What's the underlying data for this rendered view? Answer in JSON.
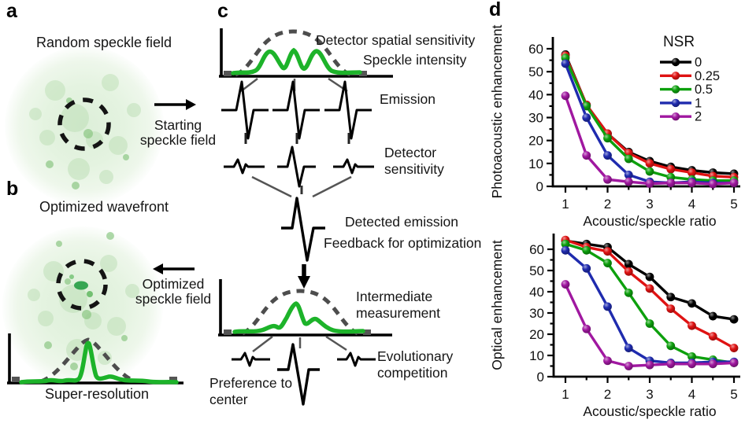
{
  "panel_a": {
    "label": "a",
    "title": "Random speckle field",
    "arrow_caption_line1": "Starting",
    "arrow_caption_line2": "speckle field"
  },
  "panel_b": {
    "label": "b",
    "title": "Optimized wavefront",
    "arrow_caption_line1": "Optimized",
    "arrow_caption_line2": "speckle field",
    "plot_caption": "Super-resolution"
  },
  "panel_c": {
    "label": "c",
    "detector_spatial_sensitivity": "Detector spatial sensitivity",
    "speckle_intensity": "Speckle intensity",
    "emission": "Emission",
    "detector_sensitivity_line1": "Detector",
    "detector_sensitivity_line2": "sensitivity",
    "detected_emission": "Detected emission",
    "feedback": "Feedback for optimization",
    "intermediate_line1": "Intermediate",
    "intermediate_line2": "measurement",
    "evolutionary_line1": "Evolutionary",
    "evolutionary_line2": "competition",
    "preference_line1": "Preference to",
    "preference_line2": "center"
  },
  "panel_d": {
    "label": "d"
  },
  "colors": {
    "speckle_curve_green": "#1db32a",
    "dashed_gaussian_gray": "#4d4d4d",
    "series_black": "#000000",
    "series_red": "#df1212",
    "series_green": "#0da00d",
    "series_blue": "#1f2bae",
    "series_purple": "#a018a0"
  },
  "chart_data": [
    {
      "type": "line",
      "title": "",
      "xlabel": "Acoustic/speckle ratio",
      "ylabel": "Photoacoustic enhancement",
      "x": [
        1,
        1.5,
        2,
        2.5,
        3,
        3.5,
        4,
        4.5,
        5
      ],
      "xticks": [
        1,
        2,
        3,
        4,
        5
      ],
      "yticks": [
        0,
        10,
        20,
        30,
        40,
        50,
        60
      ],
      "xlim": [
        0.8,
        5.2
      ],
      "ylim": [
        0,
        65
      ],
      "grid": false,
      "legend_title": "NSR",
      "legend_position": "top-right",
      "series": [
        {
          "name": "0",
          "color": "#000000",
          "values": [
            57.5,
            35.5,
            23,
            15,
            11,
            8.5,
            7,
            6,
            5.5
          ]
        },
        {
          "name": "0.25",
          "color": "#df1212",
          "values": [
            57,
            35.5,
            23,
            14.5,
            10,
            7.5,
            6,
            4.5,
            4
          ]
        },
        {
          "name": "0.5",
          "color": "#0da00d",
          "values": [
            56,
            35,
            21,
            12,
            6.5,
            4,
            3,
            2.5,
            2.5
          ]
        },
        {
          "name": "1",
          "color": "#1f2bae",
          "values": [
            53.5,
            30,
            13.5,
            5,
            2,
            1.5,
            2,
            1.5,
            1.5
          ]
        },
        {
          "name": "2",
          "color": "#a018a0",
          "values": [
            39.5,
            13.5,
            3,
            2,
            1.2,
            1.5,
            1.5,
            1,
            1.5
          ]
        }
      ]
    },
    {
      "type": "line",
      "title": "",
      "xlabel": "Acoustic/speckle ratio",
      "ylabel": "Optical enhancement",
      "x": [
        1,
        1.5,
        2,
        2.5,
        3,
        3.5,
        4,
        4.5,
        5
      ],
      "xticks": [
        1,
        2,
        3,
        4,
        5
      ],
      "yticks": [
        0,
        10,
        20,
        30,
        40,
        50,
        60
      ],
      "xlim": [
        0.8,
        5.2
      ],
      "ylim": [
        0,
        67
      ],
      "grid": false,
      "legend_title": null,
      "legend_position": null,
      "series": [
        {
          "name": "0",
          "color": "#000000",
          "values": [
            64,
            62.5,
            61,
            53,
            47,
            37.5,
            34.5,
            28.5,
            27
          ]
        },
        {
          "name": "0.25",
          "color": "#df1212",
          "values": [
            64.4,
            61,
            59,
            49.5,
            41.5,
            32,
            24,
            19,
            13.5
          ]
        },
        {
          "name": "0.5",
          "color": "#0da00d",
          "values": [
            62.5,
            59.5,
            53.5,
            39.5,
            25,
            14.5,
            9.5,
            8,
            6.5
          ]
        },
        {
          "name": "1",
          "color": "#1f2bae",
          "values": [
            59.5,
            51,
            33,
            13.5,
            7.5,
            6.5,
            6.5,
            7,
            7
          ]
        },
        {
          "name": "2",
          "color": "#a018a0",
          "values": [
            43.5,
            22.5,
            7.5,
            5,
            5.5,
            6,
            6,
            6,
            6.5
          ]
        }
      ]
    }
  ]
}
